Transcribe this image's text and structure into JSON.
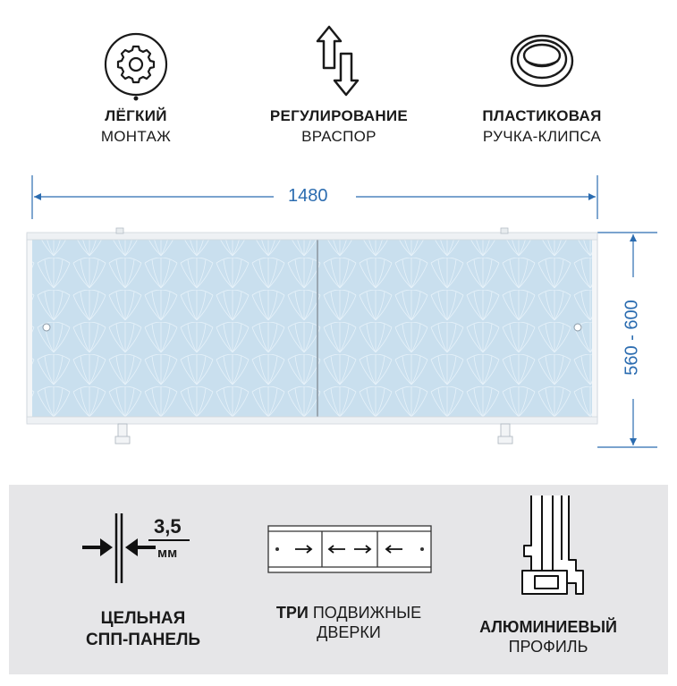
{
  "features": [
    {
      "icon": "gear-icon",
      "title": "ЛЁГКИЙ",
      "subtitle": "МОНТАЖ"
    },
    {
      "icon": "adjust-arrows-icon",
      "title": "РЕГУЛИРОВАНИЕ",
      "subtitle": "ВРАСПОР"
    },
    {
      "icon": "plastic-handle-icon",
      "title": "ПЛАСТИКОВАЯ",
      "subtitle": "РУЧКА-КЛИПСА"
    }
  ],
  "dimensions": {
    "width": "1480",
    "height": "560 - 600"
  },
  "colors": {
    "dimension": "#2b6cb0",
    "panel": "#c9dfee",
    "gray_band": "#e6e6e8"
  },
  "bottom": {
    "thickness": {
      "value": "3,5",
      "unit": "мм",
      "line1": "ЦЕЛЬНАЯ",
      "line2": "СПП-ПАНЕЛЬ"
    },
    "doors": {
      "bold": "ТРИ",
      "rest": "ПОДВИЖНЫЕ",
      "line2": "ДВЕРКИ"
    },
    "profile": {
      "line1": "АЛЮМИНИЕВЫЙ",
      "line2": "ПРОФИЛЬ"
    }
  }
}
